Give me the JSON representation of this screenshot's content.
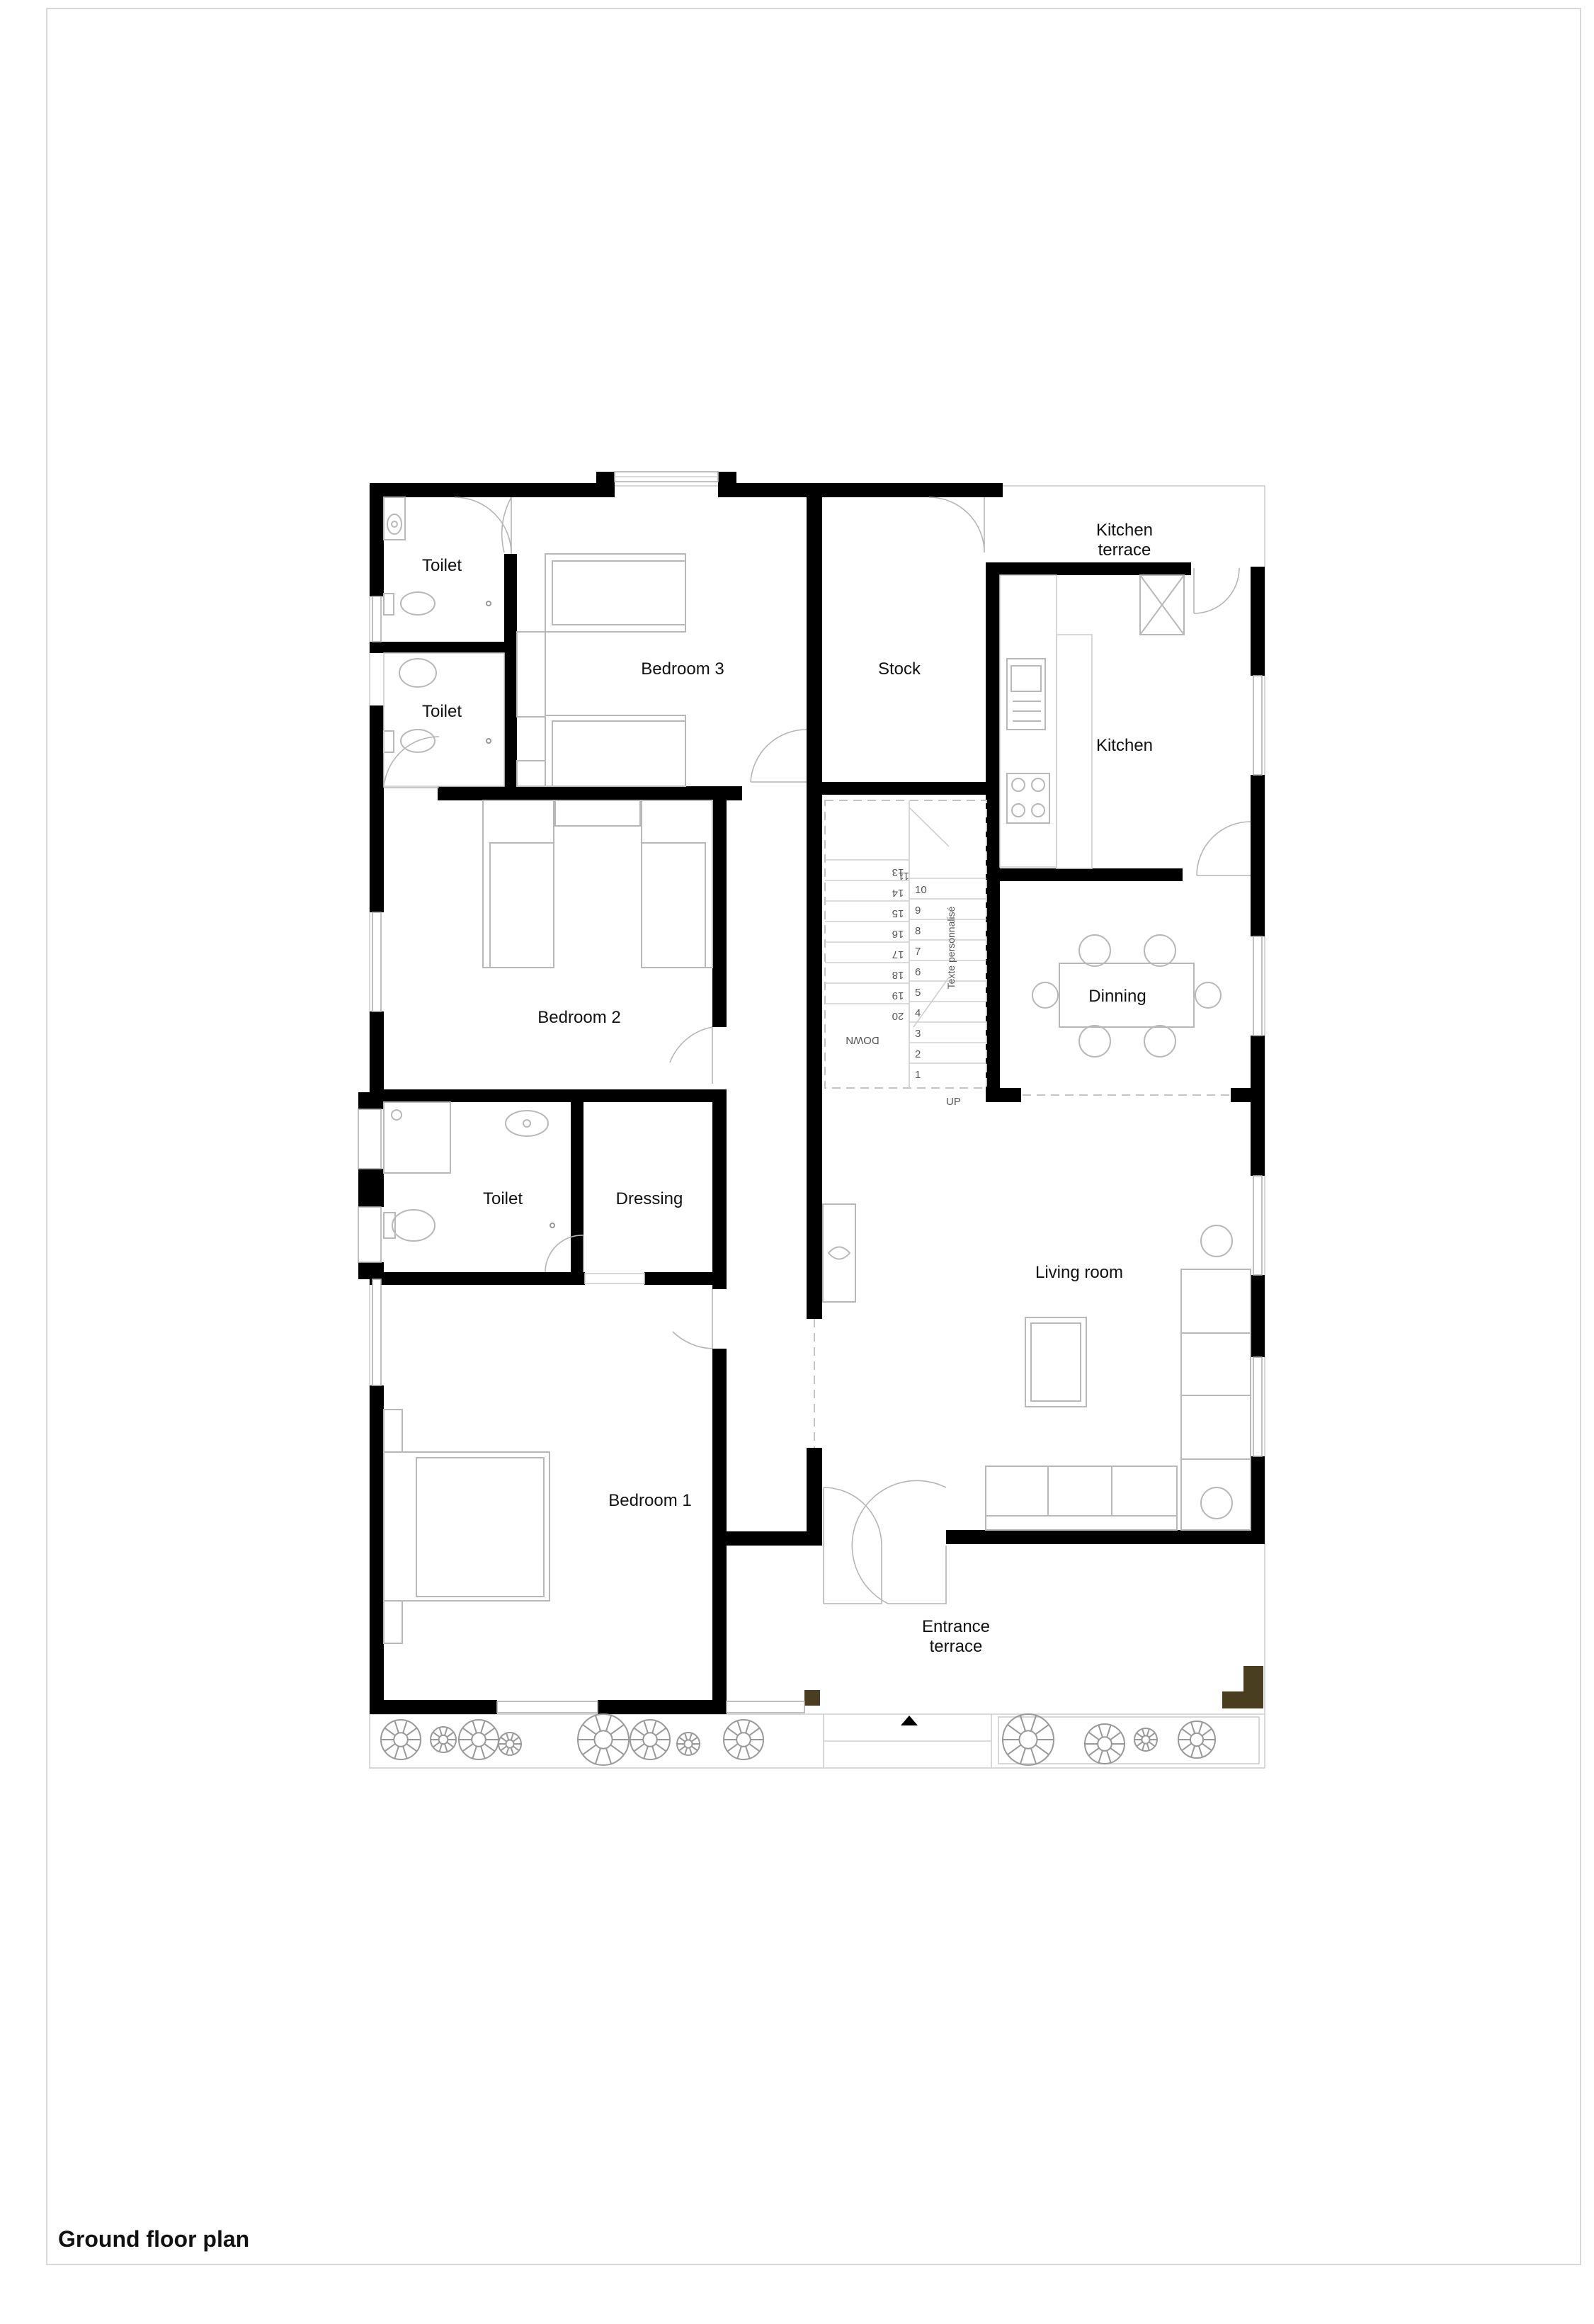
{
  "plan": {
    "title": "Ground floor plan",
    "rooms": {
      "toilet_a": "Toilet",
      "toilet_b": "Toilet",
      "bedroom_3": "Bedroom 3",
      "stock": "Stock",
      "kitchen_terrace_1": "Kitchen",
      "kitchen_terrace_2": "terrace",
      "kitchen": "Kitchen",
      "bedroom_2": "Bedroom 2",
      "dinning": "Dinning",
      "toilet_c": "Toilet",
      "dressing": "Dressing",
      "living_room": "Living room",
      "bedroom_1": "Bedroom 1",
      "entrance_terrace_1": "Entrance",
      "entrance_terrace_2": "terrace"
    },
    "stairs": {
      "up_label": "UP",
      "down_label": "DOWN",
      "note": "Texte personnalisé",
      "up_steps": [
        "1",
        "2",
        "3",
        "4",
        "5",
        "6",
        "7",
        "8",
        "9",
        "10"
      ],
      "down_steps": [
        "20",
        "19",
        "18",
        "17",
        "16",
        "15",
        "14",
        "13"
      ],
      "top_step": "11"
    }
  },
  "colors": {
    "wall": "#000000",
    "column": "#4a3e20",
    "furniture": "#b8b8b8"
  }
}
